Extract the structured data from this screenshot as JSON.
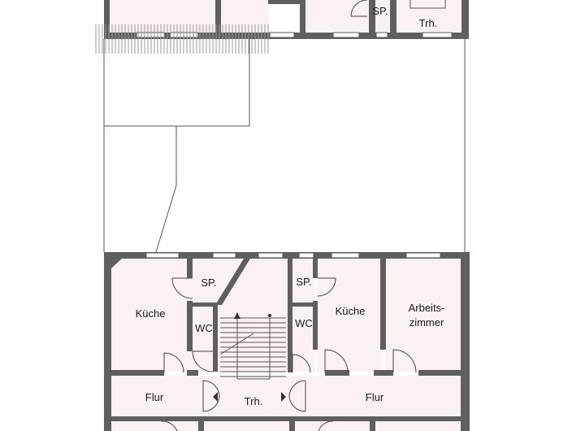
{
  "labels": {
    "sp_top": "SP.",
    "trh_top": "Trh.",
    "kueche_left": "Küche",
    "sp_left": "SP.",
    "wc_left": "WC",
    "sp_right": "SP.",
    "wc_right": "WC",
    "kueche_right": "Küche",
    "arbeitszimmer_line1": "Arbeits-",
    "arbeitszimmer_line2": "zimmer",
    "flur_left": "Flur",
    "trh_bottom": "Trh.",
    "flur_right": "Flur"
  },
  "colors": {
    "wall": "#5f5f5f",
    "room_fill": "#fbf1f3",
    "line": "#555555"
  }
}
